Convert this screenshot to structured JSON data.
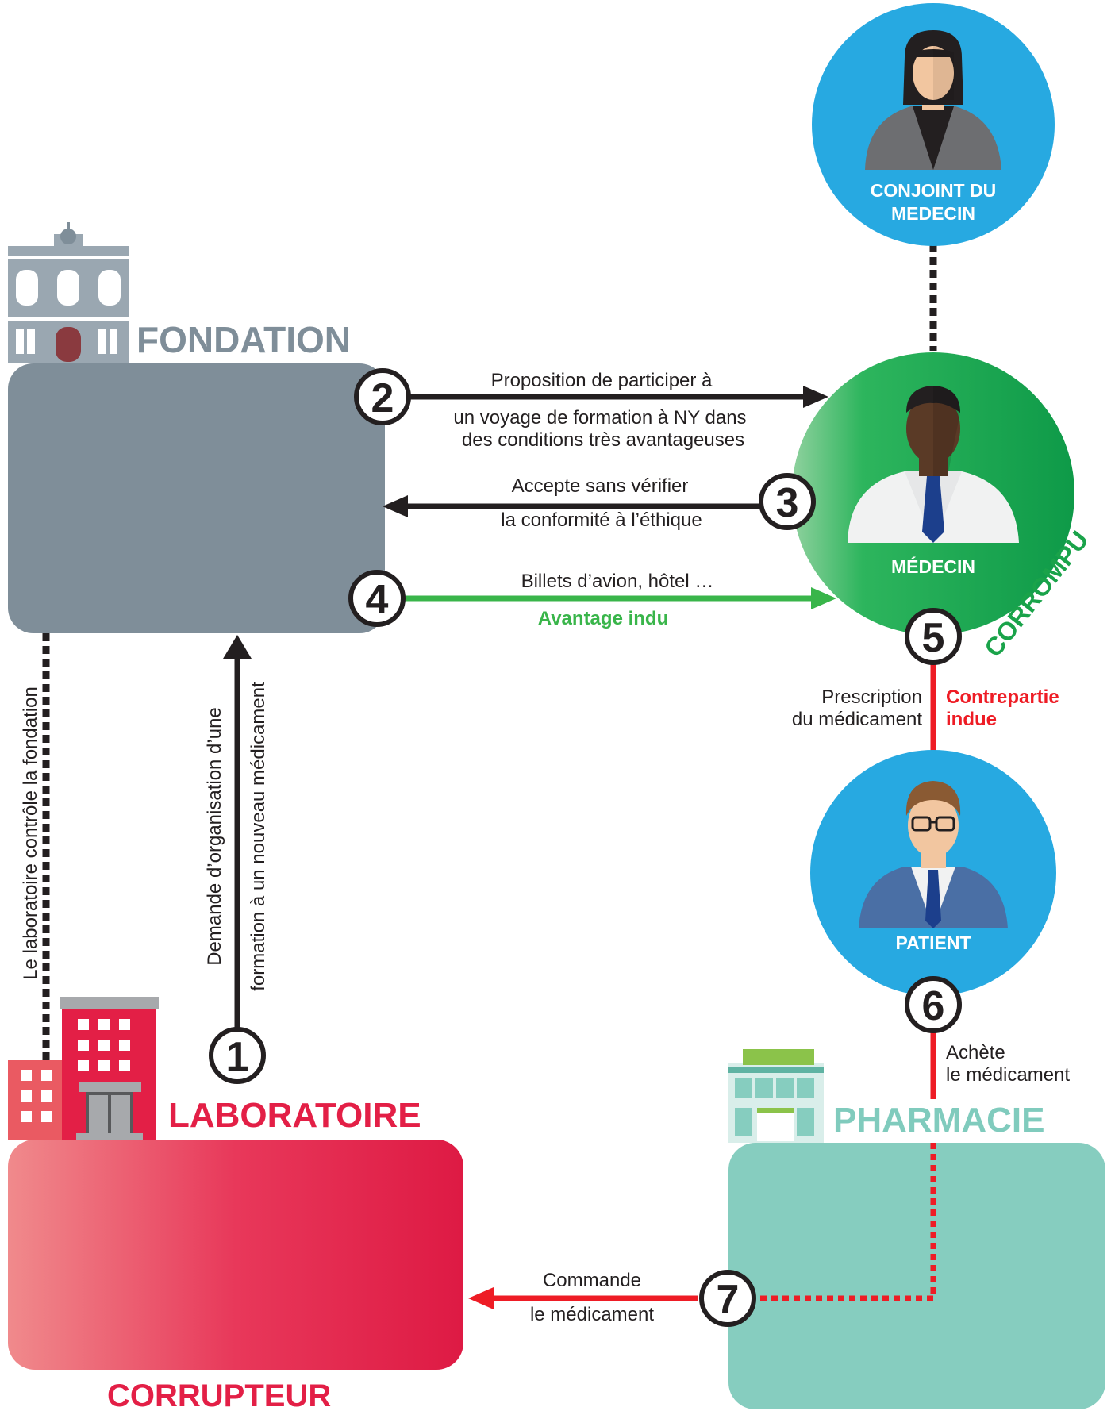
{
  "colors": {
    "fondation": "#7f8e99",
    "fondation_building": "#9aa7b1",
    "laboratoire": "#e31f46",
    "laboratoire_light": "#ee7c80",
    "pharmacie": "#86cdbf",
    "pharmacie_title": "#80cbbd",
    "medecin": "#1aa34a",
    "circle_blue": "#27a9e1",
    "red_line": "#ee1c25",
    "green_line": "#39b54a",
    "black_line": "#231f20"
  },
  "fondation": {
    "title": "FONDATION",
    "icon": "building-icon"
  },
  "laboratoire": {
    "title": "LABORATOIRE",
    "role": "CORRUPTEUR",
    "icon": "building-icon"
  },
  "pharmacie": {
    "title": "PHARMACIE",
    "icon": "shop-icon"
  },
  "conjoint": {
    "line1": "CONJOINT DU",
    "line2": "MEDECIN",
    "icon": "person-icon"
  },
  "medecin": {
    "label": "MÉDECIN",
    "role": "CORROMPU",
    "icon": "person-icon"
  },
  "patient": {
    "label": "PATIENT",
    "icon": "person-icon"
  },
  "steps": [
    {
      "num": "1",
      "text1": "Demande d’organisation d’une",
      "text2": "formation à un nouveau médicament"
    },
    {
      "num": "2",
      "text1": "Proposition de participer à",
      "text2": "un voyage de formation à NY dans",
      "text3": "des conditions très avantageuses"
    },
    {
      "num": "3",
      "text1": "Accepte sans vérifier",
      "text2": "la conformité à l’éthique"
    },
    {
      "num": "4",
      "text1": "Billets d’avion, hôtel …",
      "text2": "Avantage indu"
    },
    {
      "num": "5",
      "text1": "Prescription",
      "text2": "du médicament",
      "text3": "Contrepartie",
      "text4": "indue"
    },
    {
      "num": "6",
      "text1": "Achète",
      "text2": "le médicament"
    },
    {
      "num": "7",
      "text1": "Commande",
      "text2": "le médicament"
    }
  ],
  "control_text": "Le laboratoire contrôle la fondation"
}
